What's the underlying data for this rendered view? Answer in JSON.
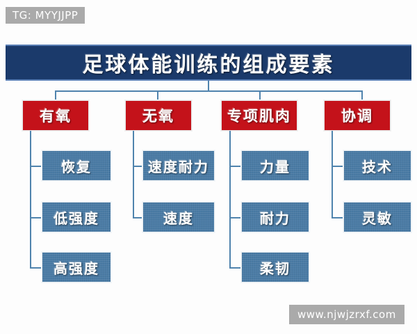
{
  "watermarks": {
    "top": "TG: MYYJJPP",
    "bottom": "www.njwjzrxf.com"
  },
  "title": {
    "text": "足球体能训练的组成要素"
  },
  "colors": {
    "title_bg": "#1b3a6b",
    "category_bg": "#c4121a",
    "item_bg": "#4a7ba5",
    "connector": "#4f83ad",
    "watermark_bg": "#aaaaaa",
    "page_bg": "#fdfdfd"
  },
  "categories": [
    {
      "label": "有氧",
      "items": [
        {
          "label": "恢复"
        },
        {
          "label": "低强度"
        },
        {
          "label": "高强度"
        }
      ]
    },
    {
      "label": "无氧",
      "items": [
        {
          "label": "速度耐力"
        },
        {
          "label": "速度"
        }
      ]
    },
    {
      "label": "专项肌肉",
      "items": [
        {
          "label": "力量"
        },
        {
          "label": "耐力"
        },
        {
          "label": "柔韧"
        }
      ]
    },
    {
      "label": "协调",
      "items": [
        {
          "label": "技术"
        },
        {
          "label": "灵敏"
        }
      ]
    }
  ]
}
